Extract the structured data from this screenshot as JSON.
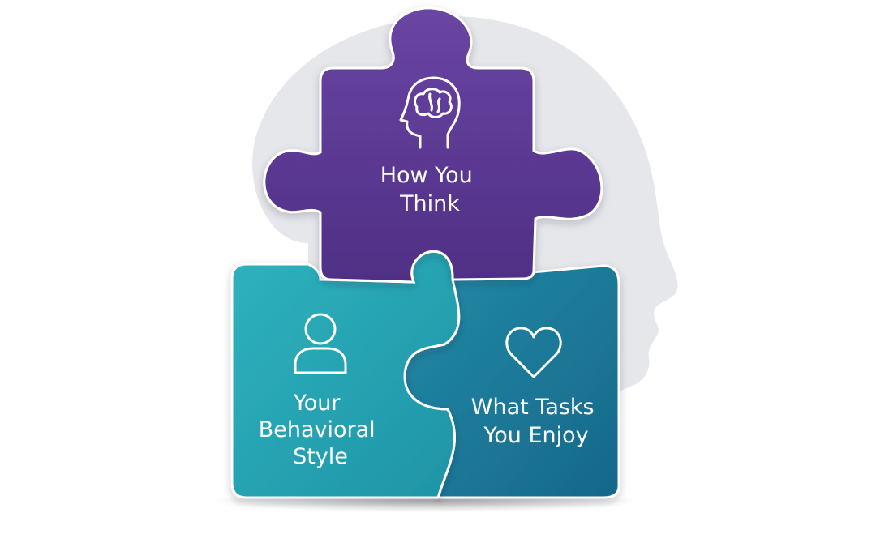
{
  "pieces": {
    "top": {
      "label_line1": "How You",
      "label_line2": "Think",
      "icon": "brain-head-icon",
      "color": "#5E3A94"
    },
    "left": {
      "label_line1": "Your",
      "label_line2": "Behavioral",
      "label_line3": "Style",
      "icon": "person-icon",
      "color": "#2AA6B5"
    },
    "right": {
      "label_line1": "What Tasks",
      "label_line2": "You Enjoy",
      "icon": "heart-icon",
      "color": "#1B7E9A"
    }
  },
  "background": {
    "head_color": "#E6E7EB"
  }
}
